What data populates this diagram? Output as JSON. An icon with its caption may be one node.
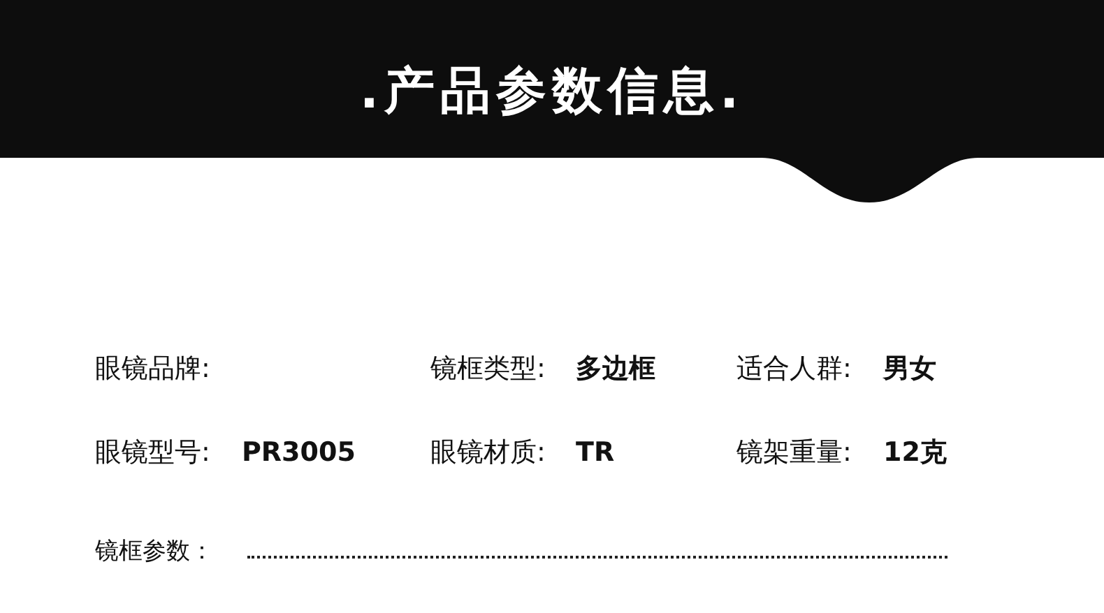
{
  "diagram": {
    "title": ".产品参数信息.",
    "labels": [
      "眼镜品牌:",
      "镜框类型:",
      "多边框",
      "适合人群:",
      "男女",
      "眼镜型号:",
      "PR3005",
      "眼镜材质:",
      "TR",
      "镜架重量:",
      "12克",
      "镜框参数："
    ]
  }
}
